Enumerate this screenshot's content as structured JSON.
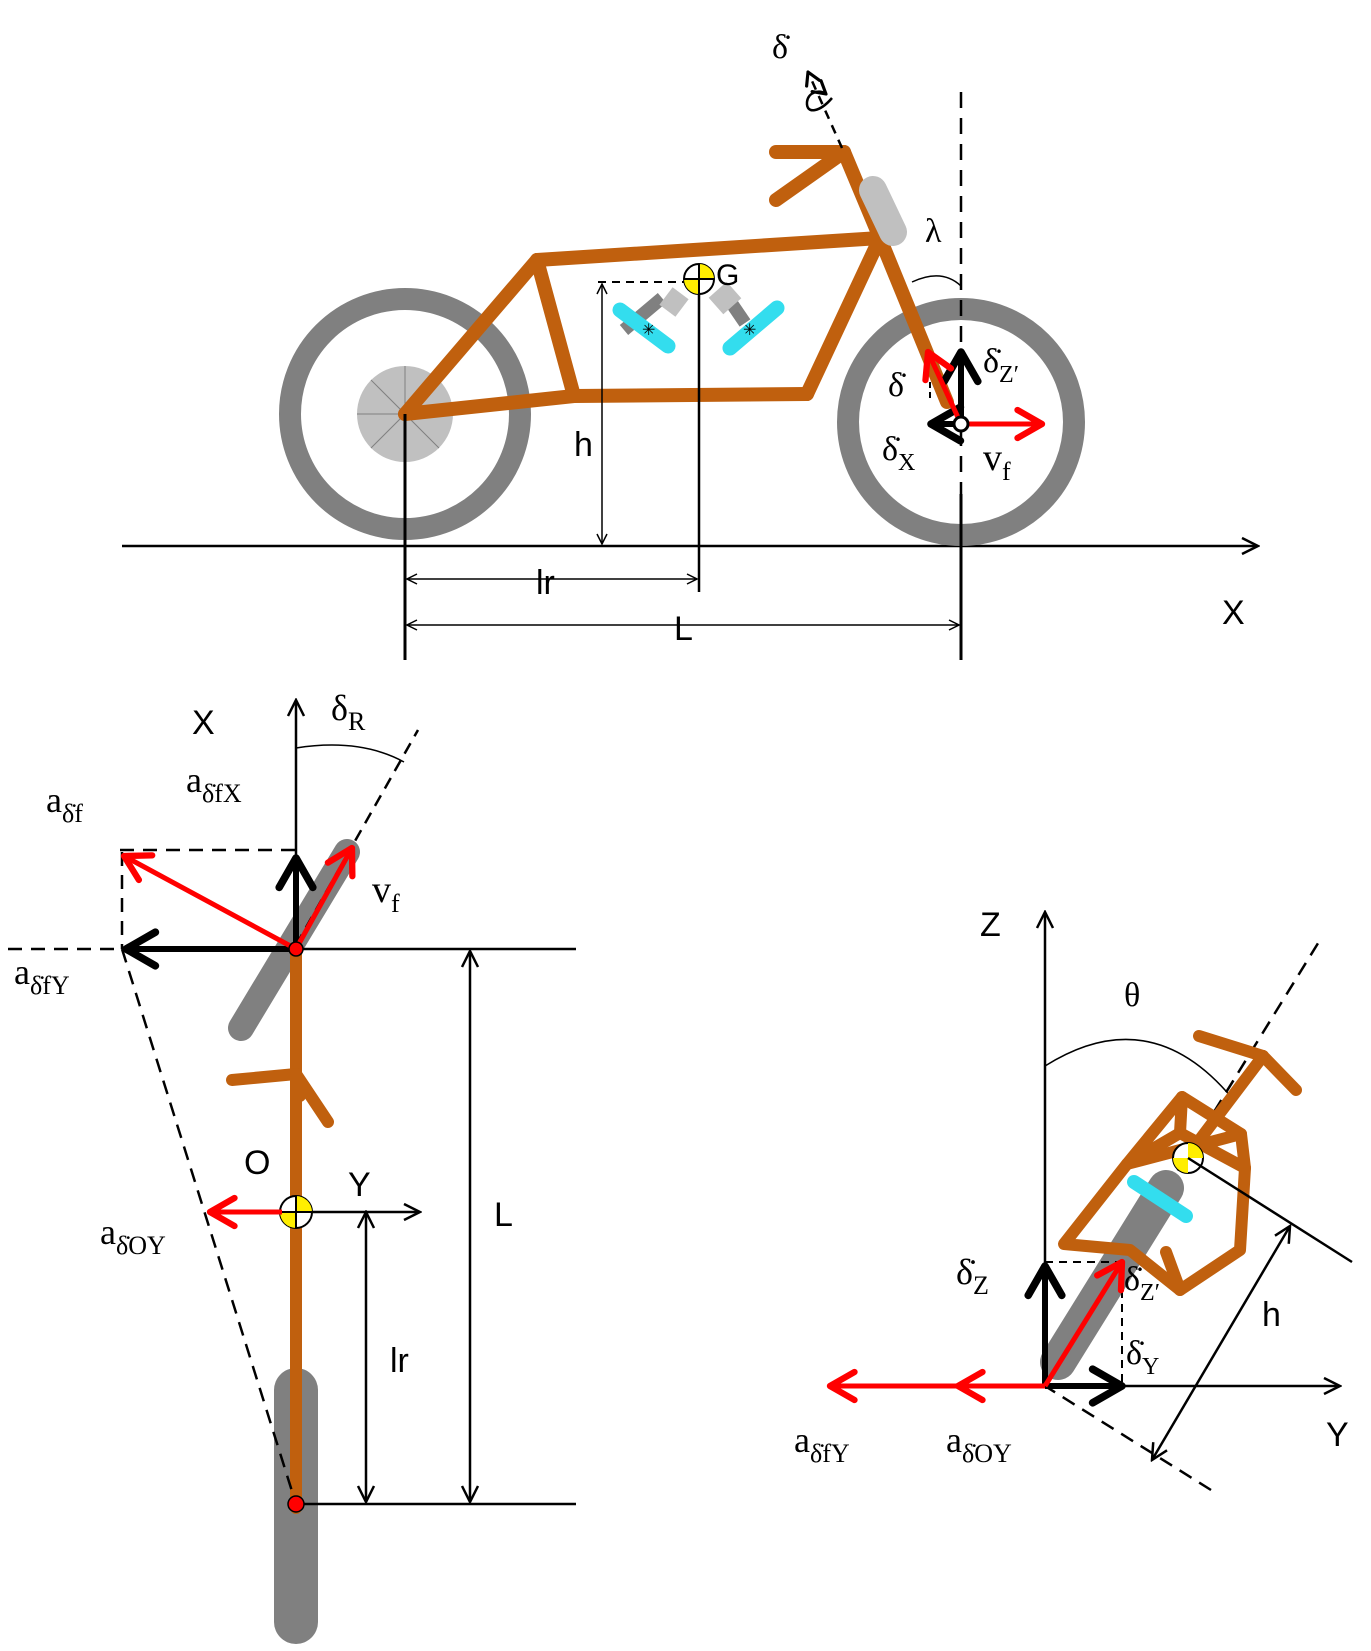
{
  "colors": {
    "frame": "#c0600e",
    "wheel": "#808080",
    "hub": "#c0c0c0",
    "accent": "#ff0000",
    "battery": "#33ddee",
    "arrow": "#000000",
    "center_mass": "#ffee00"
  },
  "side_view": {
    "label_steer_rate": "δ̇",
    "label_lambda": "λ",
    "label_G": "G",
    "label_h": "h",
    "label_lr": "lr",
    "label_L": "L",
    "label_X": "X",
    "label_delta_Z_base": "δ̇",
    "label_delta_Z_sub": "Z′",
    "label_delta_small": "δ̇",
    "label_delta_X_base": "δ̇",
    "label_delta_X_sub": "X",
    "label_v_base": "v",
    "label_v_sub": "f"
  },
  "top_view": {
    "label_X": "X",
    "label_deltaR_base": "δ",
    "label_deltaR_sub": "R",
    "label_a_df_base": "a",
    "label_a_df_sub": "δ̇f",
    "label_a_dfX_base": "a",
    "label_a_dfX_sub": "δ̇fX",
    "label_v_base": "v",
    "label_v_sub": "f",
    "label_a_dfY_base": "a",
    "label_a_dfY_sub": "δ̇fY",
    "label_O": "O",
    "label_Y": "Y",
    "label_a_dOY_base": "a",
    "label_a_dOY_sub": "δ̇OY",
    "label_L": "L",
    "label_lr": "lr"
  },
  "rear_view": {
    "label_Z": "Z",
    "label_theta": "θ",
    "label_dZ_base": "δ̇",
    "label_dZ_sub": "Z",
    "label_dZp_base": "δ̇",
    "label_dZp_sub": "Z′",
    "label_dY_base": "δ̇",
    "label_dY_sub": "Y",
    "label_h": "h",
    "label_a_dfY_base": "a",
    "label_a_dfY_sub": "δ̇fY",
    "label_a_dOY_base": "a",
    "label_a_dOY_sub": "δ̇OY",
    "label_Y": "Y"
  }
}
